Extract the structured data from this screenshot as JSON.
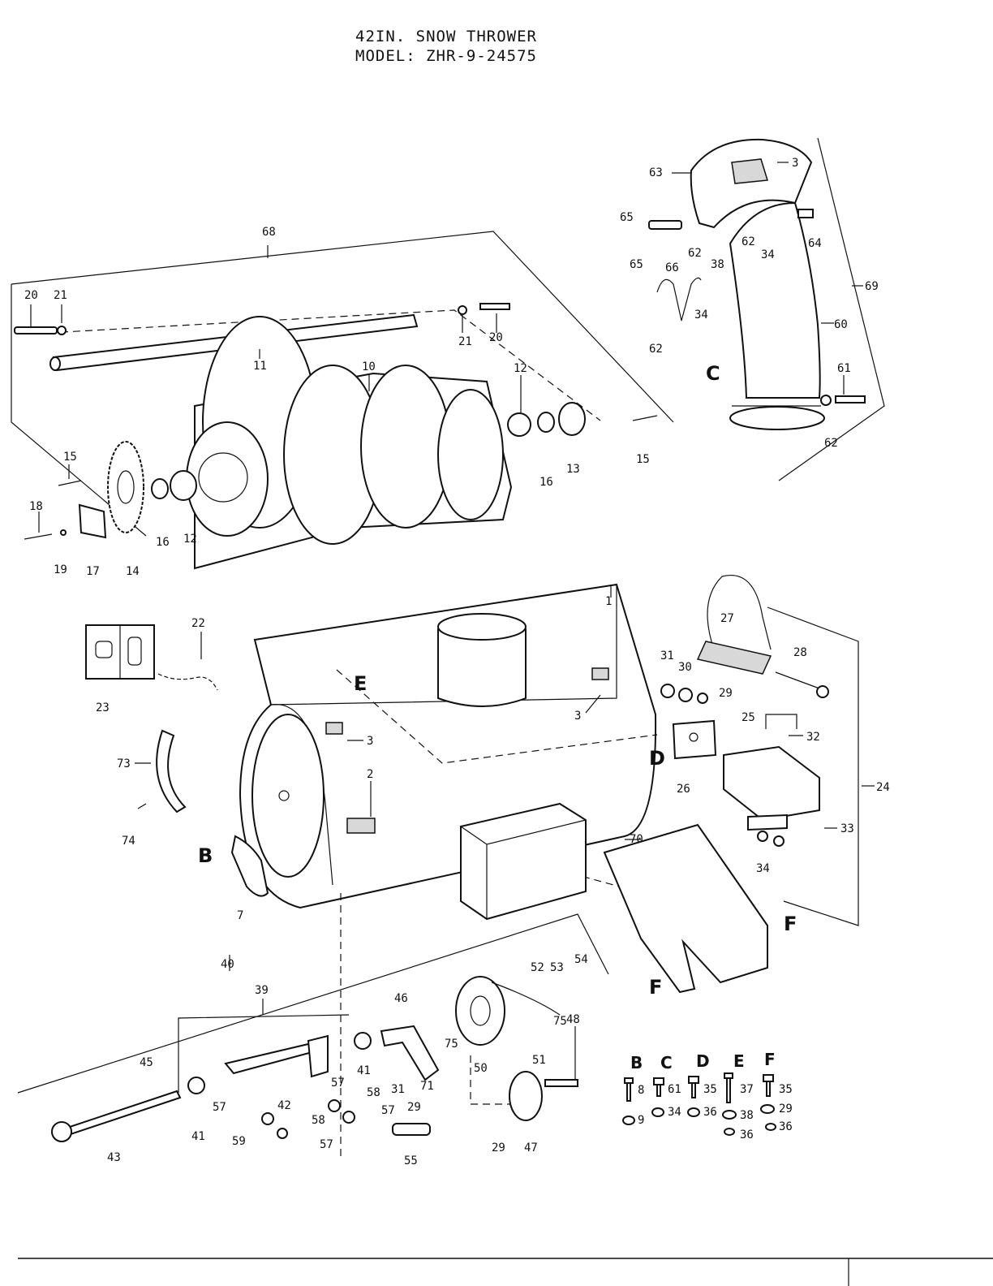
{
  "header": {
    "title_line1": "42IN. SNOW THROWER",
    "title_line2": "MODEL: ZHR-9-24575"
  },
  "callouts": {
    "c1": "1",
    "c2": "2",
    "c3": "3",
    "c7": "7",
    "c10": "10",
    "c11": "11",
    "c12": "12",
    "c13": "13",
    "c14": "14",
    "c15": "15",
    "c16": "16",
    "c17": "17",
    "c18": "18",
    "c19": "19",
    "c20": "20",
    "c21": "21",
    "c22": "22",
    "c23": "23",
    "c24": "24",
    "c25": "25",
    "c26": "26",
    "c27": "27",
    "c28": "28",
    "c29": "29",
    "c30": "30",
    "c31": "31",
    "c32": "32",
    "c33": "33",
    "c34": "34",
    "c38": "38",
    "c39": "39",
    "c40": "40",
    "c41": "41",
    "c42": "42",
    "c43": "43",
    "c45": "45",
    "c46": "46",
    "c47": "47",
    "c48": "48",
    "c50": "50",
    "c51": "51",
    "c52": "52",
    "c53": "53",
    "c54": "54",
    "c55": "55",
    "c57": "57",
    "c58": "58",
    "c59": "59",
    "c60": "60",
    "c61": "61",
    "c62": "62",
    "c63": "63",
    "c64": "64",
    "c65": "65",
    "c66": "66",
    "c68": "68",
    "c69": "69",
    "c70": "70",
    "c71": "71",
    "c73": "73",
    "c74": "74",
    "c75": "75"
  },
  "reference_letters": {
    "B": "B",
    "C": "C",
    "D": "D",
    "E": "E",
    "F": "F"
  },
  "hardware_key": [
    {
      "letter": "B",
      "bolt": "8",
      "nut": "9"
    },
    {
      "letter": "C",
      "bolt": "61",
      "nut": "34"
    },
    {
      "letter": "D",
      "bolt": "35",
      "nut": "36"
    },
    {
      "letter": "E",
      "bolt": "37",
      "washer": "38",
      "nut": "36"
    },
    {
      "letter": "F",
      "bolt": "35",
      "washer": "29",
      "nut": "36"
    }
  ]
}
